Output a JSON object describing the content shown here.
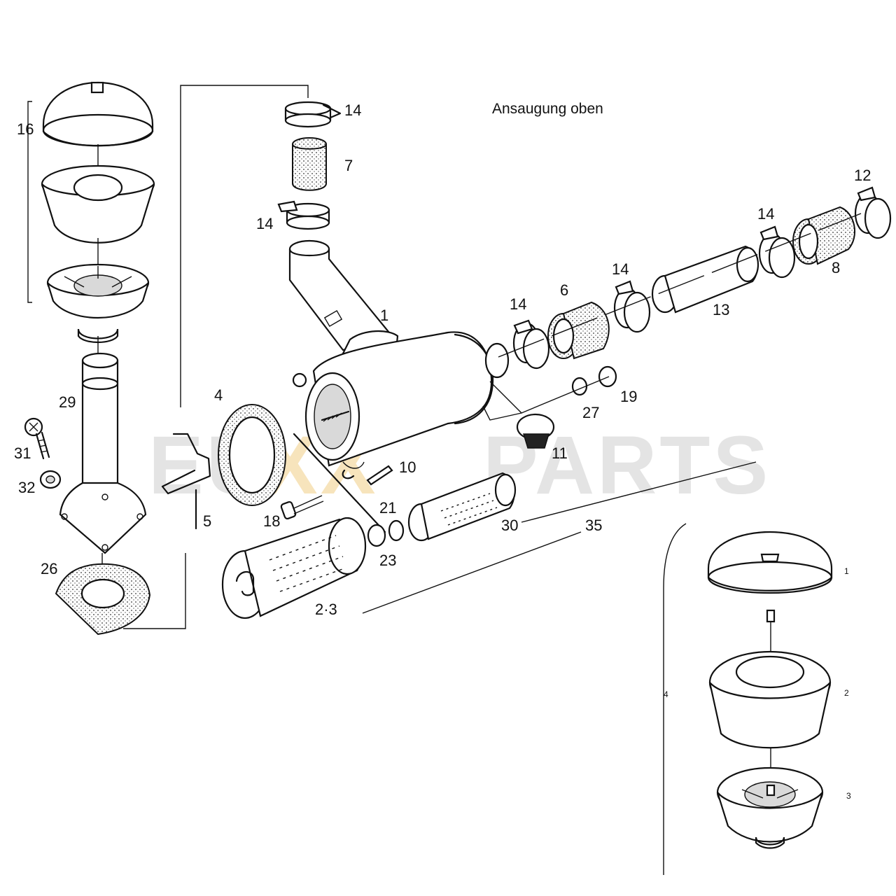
{
  "title": "Ansaugung oben",
  "watermark": {
    "left": "EU",
    "middle": "XX",
    "right": "PARTS",
    "color_gray": "#d0d0d0",
    "color_accent": "#f3d9a0"
  },
  "callouts": {
    "c16": "16",
    "c29": "29",
    "c31": "31",
    "c32": "32",
    "c26": "26",
    "c14a": "14",
    "c7": "7",
    "c14b": "14",
    "c1": "1",
    "c14c": "14",
    "c6": "6",
    "c14d": "14",
    "c13": "13",
    "c14e": "14",
    "c8": "8",
    "c12": "12",
    "c4": "4",
    "c5": "5",
    "c10": "10",
    "c11": "11",
    "c27": "27",
    "c19": "19",
    "c18": "18",
    "c21": "21",
    "c30": "30",
    "c35": "35",
    "c23": "23",
    "c23b": "2·3"
  },
  "inset": {
    "labels": {
      "a1": "1",
      "a2": "2",
      "a3": "3",
      "a4": "4"
    }
  }
}
